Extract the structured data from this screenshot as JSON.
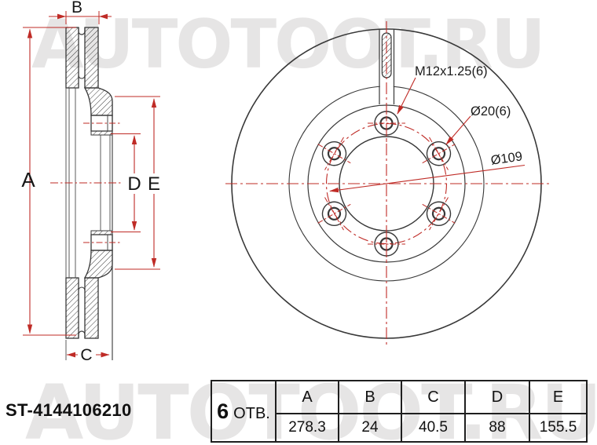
{
  "watermark": {
    "text": "AUTOTOOT.RU"
  },
  "drawing": {
    "dim_labels": {
      "a": "A",
      "b": "B",
      "c": "C",
      "d": "D",
      "e": "E"
    },
    "annotations": {
      "thread": "M12x1.25(6)",
      "counterbore": "Ø20(6)",
      "bolt_circle": "Ø109"
    }
  },
  "footer": {
    "part_number": "ST-4144106210",
    "holes_count": "6",
    "holes_label": "ОТВ.",
    "table": {
      "columns": [
        "A",
        "B",
        "C",
        "D",
        "E"
      ],
      "values": [
        "278.3",
        "24",
        "40.5",
        "88",
        "155.5"
      ]
    }
  },
  "colors": {
    "line": "#383838",
    "dimension": "#bf2b26",
    "watermark": "#e6e5e5",
    "background": "#ffffff"
  }
}
